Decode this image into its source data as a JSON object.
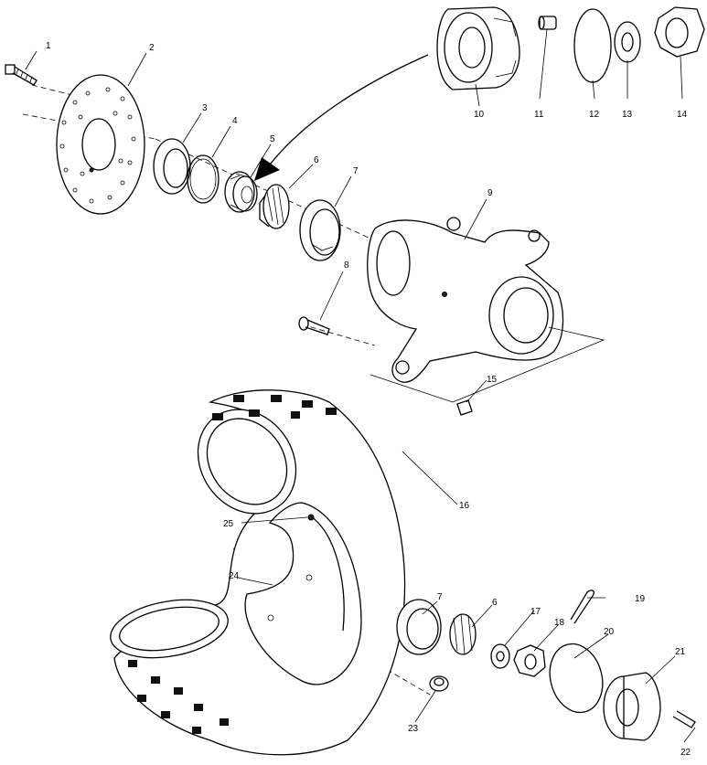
{
  "diagram": {
    "callouts": [
      {
        "id": "c1",
        "label": "1"
      },
      {
        "id": "c2",
        "label": "2"
      },
      {
        "id": "c3",
        "label": "3"
      },
      {
        "id": "c4",
        "label": "4"
      },
      {
        "id": "c5",
        "label": "5"
      },
      {
        "id": "c6",
        "label": "6"
      },
      {
        "id": "c7",
        "label": "7"
      },
      {
        "id": "c8",
        "label": "8"
      },
      {
        "id": "c9",
        "label": "9"
      },
      {
        "id": "c10",
        "label": "10"
      },
      {
        "id": "c11",
        "label": "11"
      },
      {
        "id": "c12",
        "label": "12"
      },
      {
        "id": "c13",
        "label": "13"
      },
      {
        "id": "c14",
        "label": "14"
      },
      {
        "id": "c15",
        "label": "15"
      },
      {
        "id": "c16",
        "label": "16"
      },
      {
        "id": "c17",
        "label": "17"
      },
      {
        "id": "c18",
        "label": "18"
      },
      {
        "id": "c19",
        "label": "19"
      },
      {
        "id": "c20",
        "label": "20"
      },
      {
        "id": "c21",
        "label": "21"
      },
      {
        "id": "c22",
        "label": "22"
      },
      {
        "id": "c23",
        "label": "23"
      },
      {
        "id": "c24",
        "label": "24"
      },
      {
        "id": "c25",
        "label": "25"
      },
      {
        "id": "c6b",
        "label": "6"
      },
      {
        "id": "c7b",
        "label": "7"
      }
    ]
  }
}
